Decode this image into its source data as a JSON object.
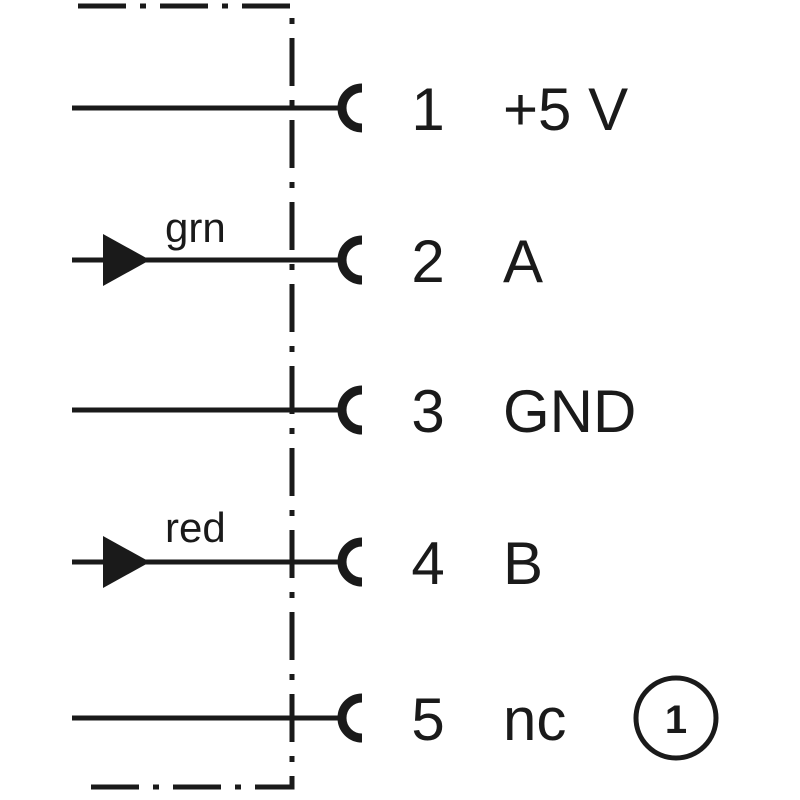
{
  "colors": {
    "ink": "#1a1a1a",
    "background": "#ffffff"
  },
  "housing": {
    "style": "dash-dot outline",
    "shape": "connector housing, partially shown"
  },
  "pins": [
    {
      "number": "1",
      "signal": "+5 V",
      "wire_color": "",
      "arrow": false,
      "note": ""
    },
    {
      "number": "2",
      "signal": "A",
      "wire_color": "grn",
      "arrow": true,
      "note": ""
    },
    {
      "number": "3",
      "signal": "GND",
      "wire_color": "",
      "arrow": false,
      "note": ""
    },
    {
      "number": "4",
      "signal": "B",
      "wire_color": "red",
      "arrow": true,
      "note": ""
    },
    {
      "number": "5",
      "signal": "nc",
      "wire_color": "",
      "arrow": false,
      "note": "1"
    }
  ]
}
